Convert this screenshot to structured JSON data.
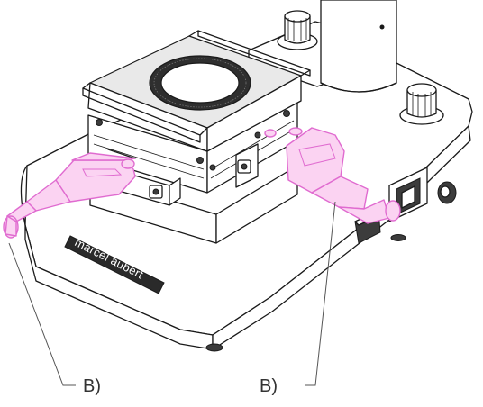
{
  "figure": {
    "brand_label": "marcel aubert",
    "callouts": [
      {
        "label": "B)"
      },
      {
        "label": "B)"
      }
    ],
    "colors": {
      "line": "#1a1a1a",
      "highlight_fill": "#fbd3f2",
      "highlight_stroke": "#e06bd0",
      "label": "#333333"
    }
  }
}
